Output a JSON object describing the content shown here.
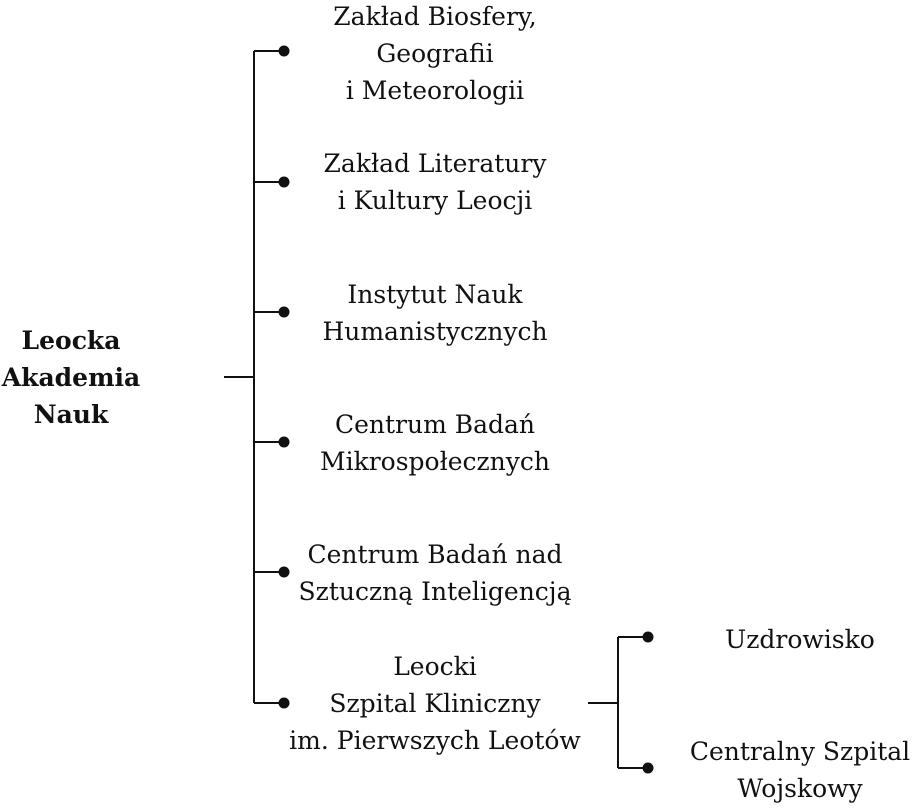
{
  "colors": {
    "line": "#111111",
    "background": "#ffffff",
    "text": "#111111"
  },
  "root": {
    "lines": [
      "Leocka",
      "Akademia",
      "Nauk"
    ]
  },
  "children": [
    {
      "lines": [
        "Zakład Biosfery,",
        "Geografii",
        "i Meteorologii"
      ]
    },
    {
      "lines": [
        "Zakład Literatury",
        "i Kultury Leocji"
      ]
    },
    {
      "lines": [
        "Instytut Nauk",
        "Humanistycznych"
      ]
    },
    {
      "lines": [
        "Centrum Badań",
        "Mikrospołecznych"
      ]
    },
    {
      "lines": [
        "Centrum Badań nad",
        "Sztuczną Inteligencją"
      ]
    },
    {
      "lines": [
        "Leocki",
        "Szpital Kliniczny",
        "im. Pierwszych Leotów"
      ]
    }
  ],
  "grandchildren": [
    {
      "lines": [
        "Uzdrowisko"
      ]
    },
    {
      "lines": [
        "Centralny Szpital",
        "Wojskowy"
      ]
    }
  ]
}
